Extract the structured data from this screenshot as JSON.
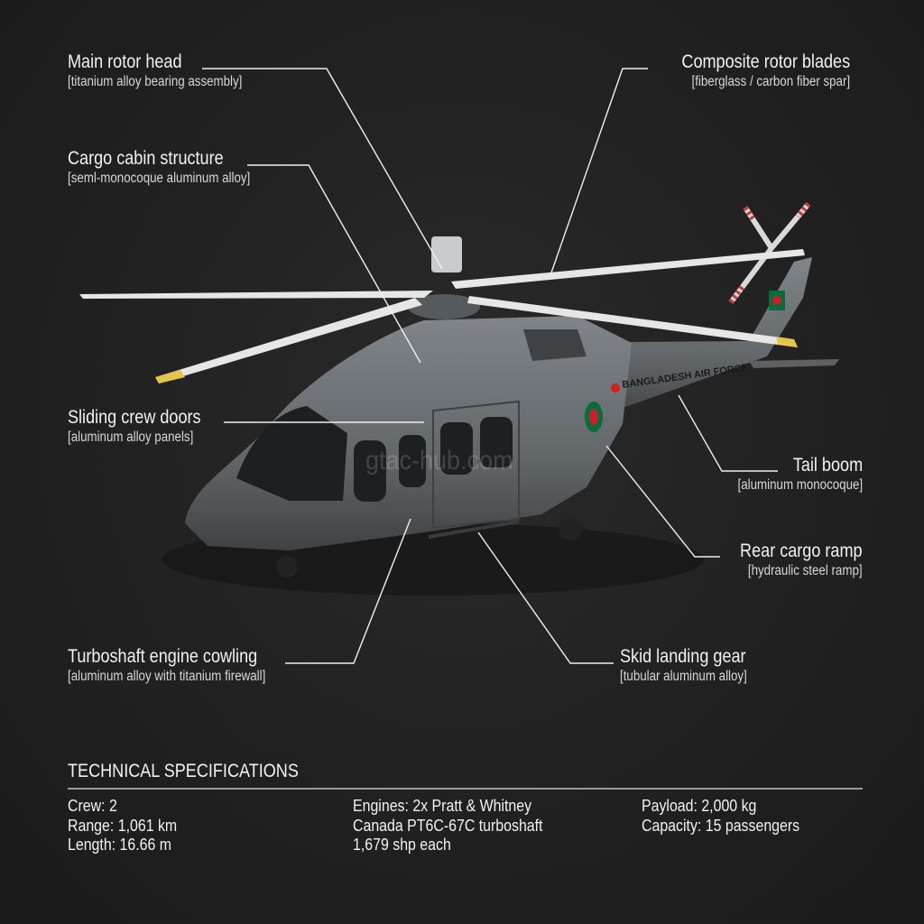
{
  "callouts": {
    "main_rotor_head": {
      "title": "Main rotor head",
      "detail": "[titanium alloy bearing assembly]"
    },
    "composite_rotor_blades": {
      "title": "Composite rotor blades",
      "detail": "[fiberglass / carbon fiber spar]"
    },
    "cargo_cabin_structure": {
      "title": "Cargo cabin structure",
      "detail": "[seml-monocoque aluminum alloy]"
    },
    "sliding_crew_doors": {
      "title": "Sliding crew doors",
      "detail": "[aluminum alloy panels]"
    },
    "tail_boom": {
      "title": "Tail boom",
      "detail": "[aluminum monocoque]"
    },
    "rear_cargo_ramp": {
      "title": "Rear cargo ramp",
      "detail": "[hydraulic steel ramp]"
    },
    "turboshaft_engine_cowling": {
      "title": "Turboshaft engine cowling",
      "detail": "[aluminum alloy with titanium firewall]"
    },
    "skid_landing_gear": {
      "title": "Skid landing gear",
      "detail": "[tubular aluminum alloy]"
    }
  },
  "aircraft": {
    "livery_text": "BANGLADESH AIR FORCE",
    "body_color": "#6b6f70",
    "roundel_green": "#0a6b3c",
    "roundel_red": "#c8202a"
  },
  "watermark": "gtac-hub.com",
  "specs": {
    "title": "TECHNICAL SPECIFICATIONS",
    "col1": [
      "Crew: 2",
      "Range: 1,061 km",
      "Length: 16.66 m"
    ],
    "col2": [
      "Engines: 2x Pratt & Whitney",
      "Canada PT6C-67C turboshaft",
      "1,679 shp each"
    ],
    "col3": [
      "Payload: 2,000 kg",
      "Capacity: 15 passengers"
    ]
  }
}
